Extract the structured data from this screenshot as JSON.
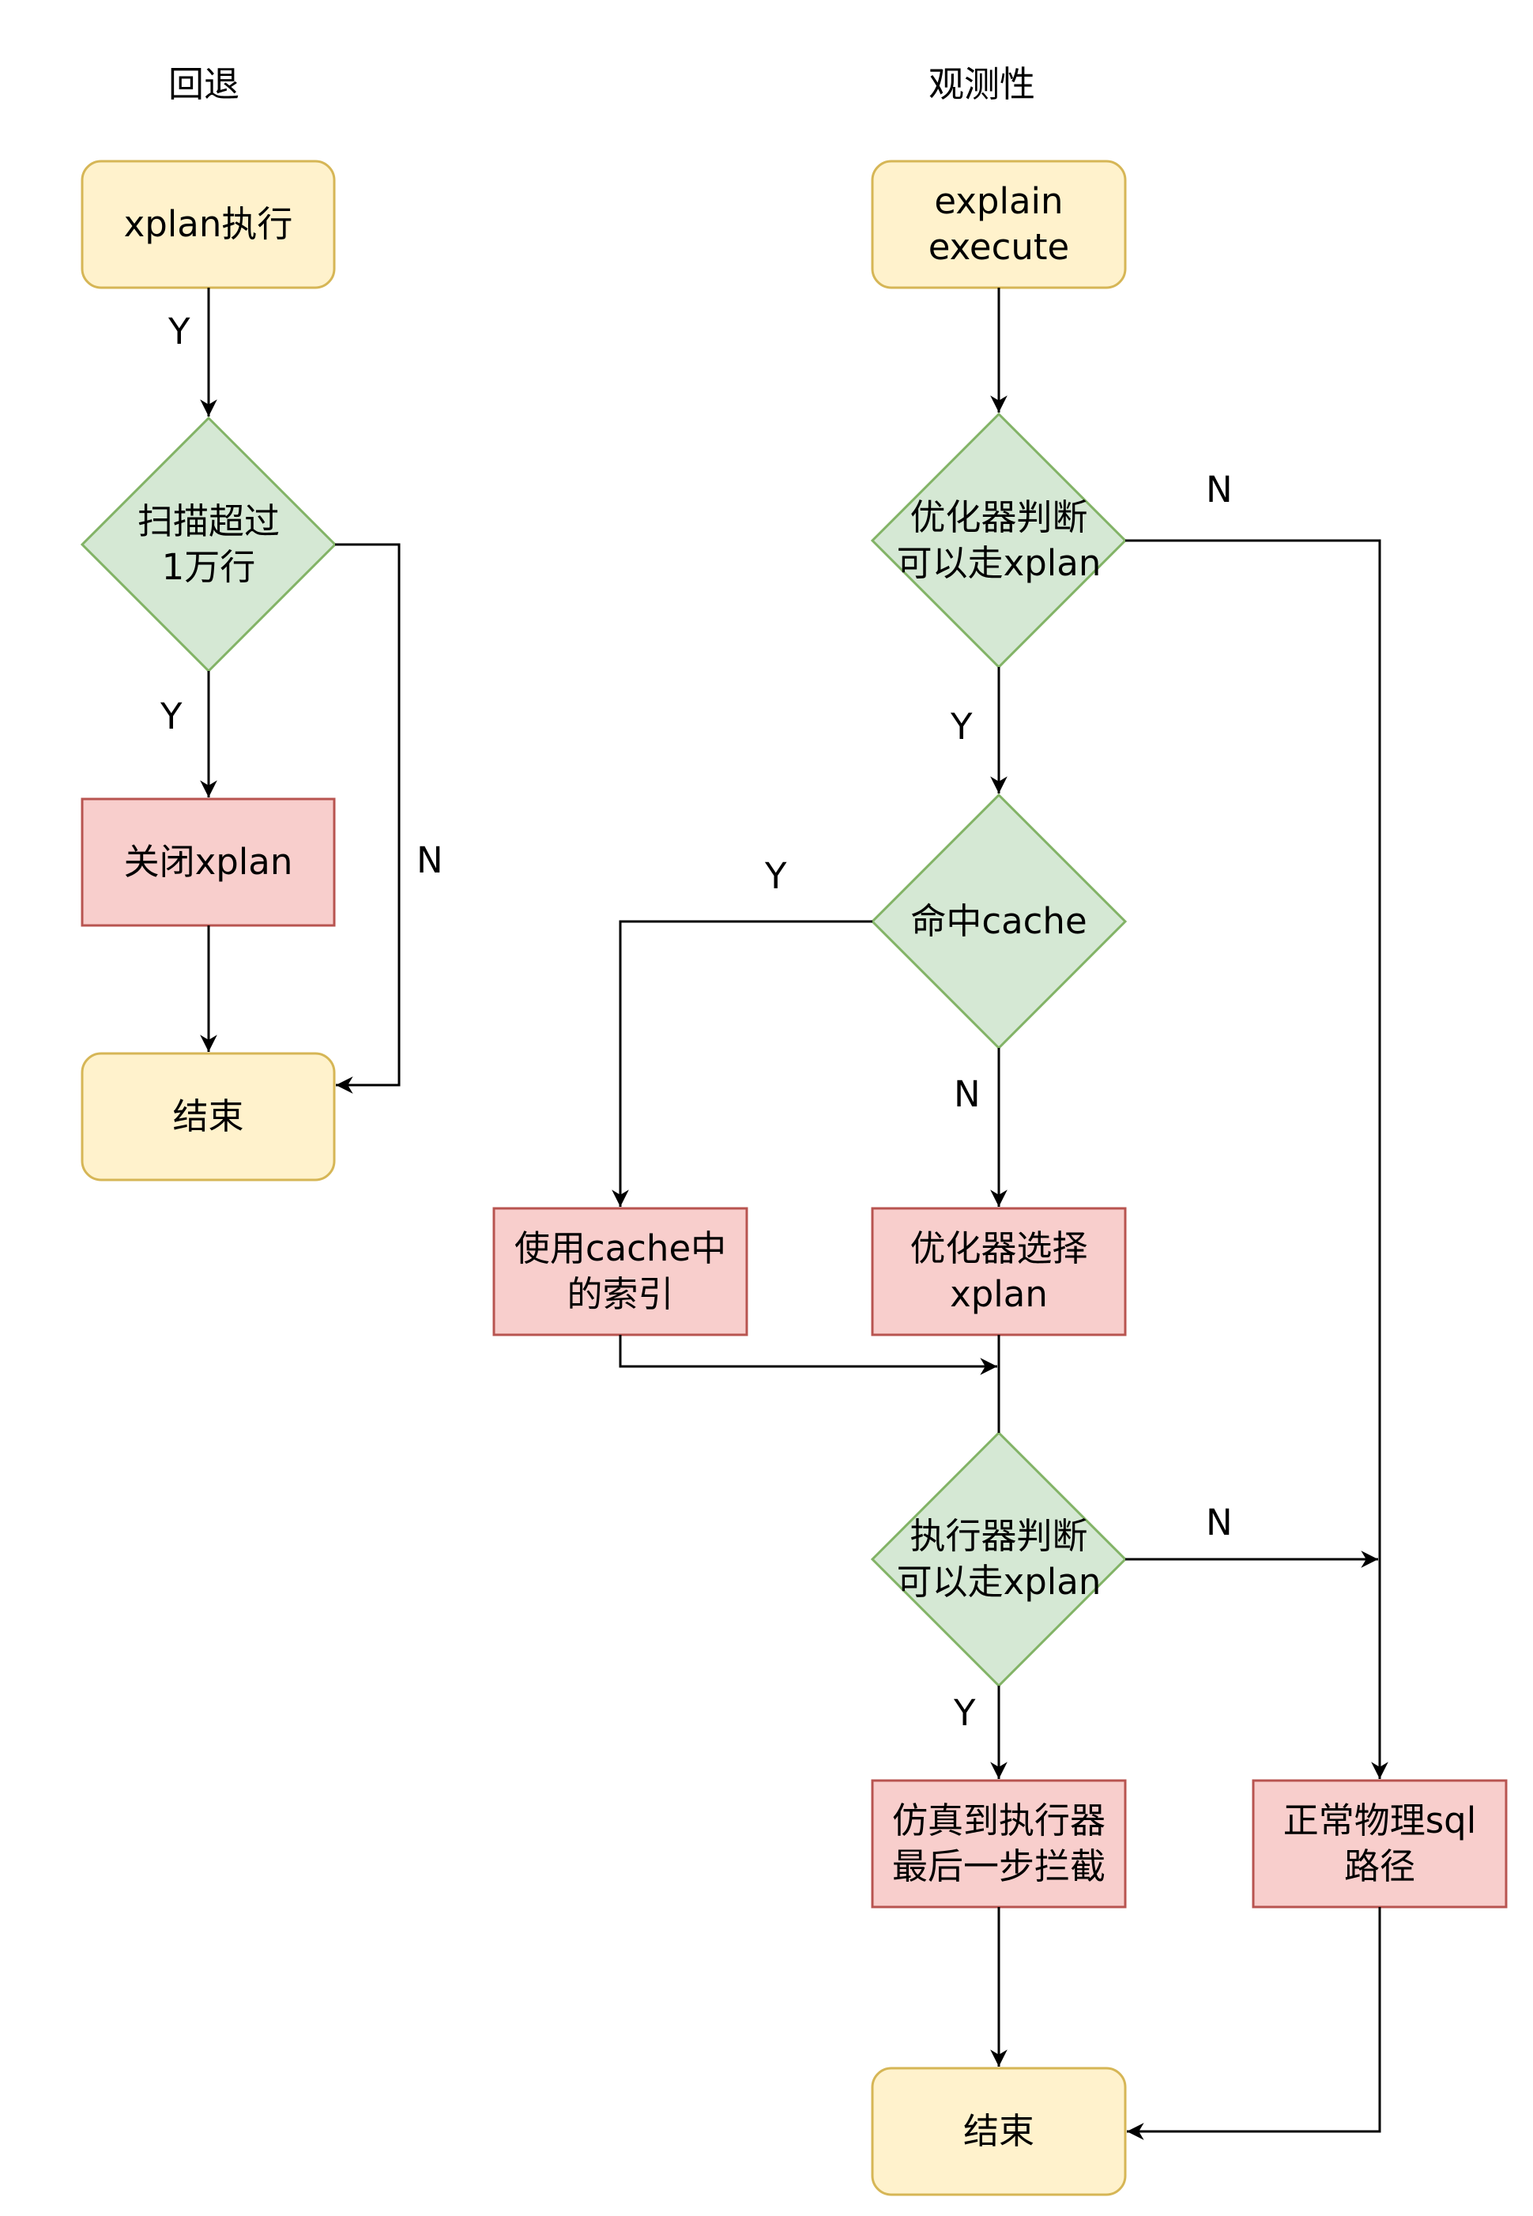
{
  "columns": {
    "rollback_title": "回退",
    "observability_title": "观测性"
  },
  "colors": {
    "terminal_fill": "#fff2cc",
    "terminal_stroke": "#d6b656",
    "decision_fill": "#d5e8d4",
    "decision_stroke": "#82b366",
    "process_fill": "#f8cecc",
    "process_stroke": "#b85450",
    "edge": "#000000"
  },
  "rollback": {
    "start": "xplan执行",
    "decision": "扫描超过\n1万行",
    "close": "关闭xplan",
    "end": "结束",
    "edges": {
      "start_to_decision": "Y",
      "decision_yes": "Y",
      "decision_no": "N"
    }
  },
  "observability": {
    "start": "explain\nexecute",
    "optimizer_decision": "优化器判断\n可以走xplan",
    "cache_decision": "命中cache",
    "use_cache_index": "使用cache中\n的索引",
    "optimizer_choose": "优化器选择\nxplan",
    "executor_decision": "执行器判断\n可以走xplan",
    "simulate": "仿真到执行器\n最后一步拦截",
    "normal_path": "正常物理sql\n路径",
    "end": "结束",
    "edges": {
      "optimizer_no": "N",
      "optimizer_yes": "Y",
      "cache_yes": "Y",
      "cache_no": "N",
      "executor_no": "N",
      "executor_yes": "Y"
    }
  }
}
